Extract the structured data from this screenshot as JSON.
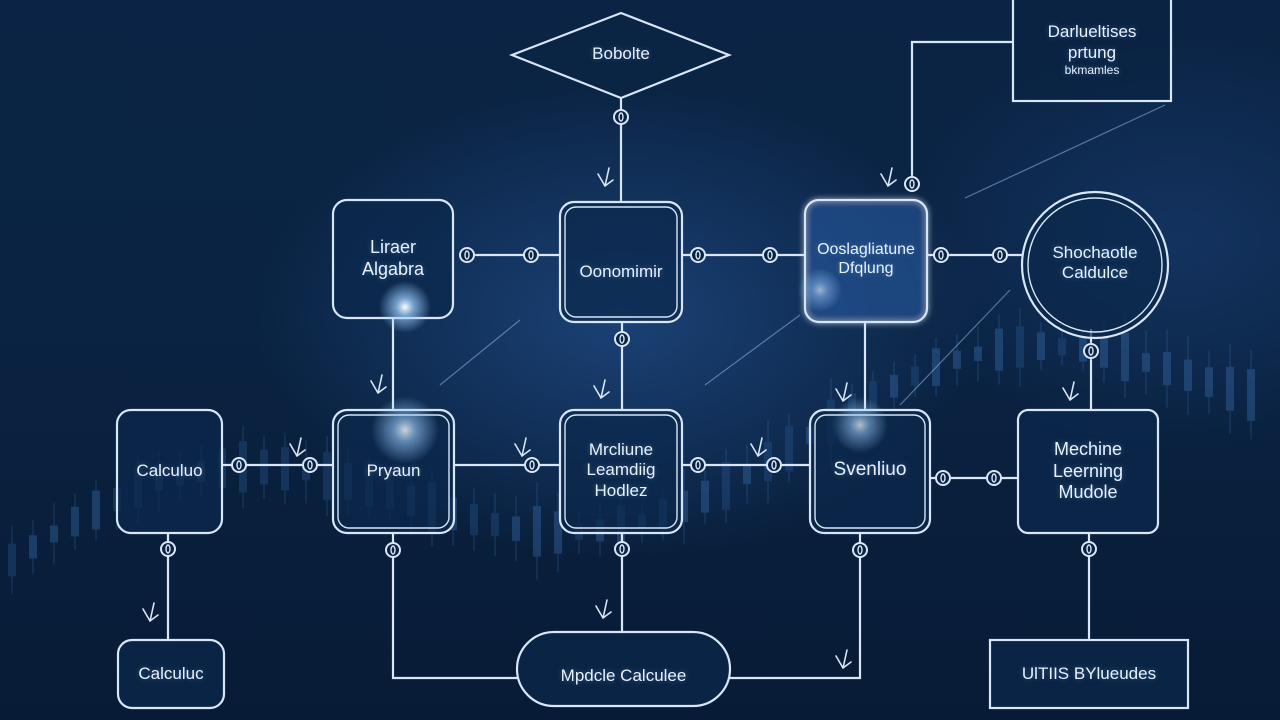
{
  "colors": {
    "background": "#0a2342",
    "line": "#d8e6f7",
    "glow": "#9fd0ff"
  },
  "nodes": {
    "top_diamond": {
      "shape": "diamond",
      "label": [
        "Bobolte"
      ]
    },
    "top_right_box": {
      "shape": "box",
      "label": [
        "Darlueltises",
        "prtung",
        "bkmamles"
      ]
    },
    "linear_algebra": {
      "shape": "rounded-box",
      "label": [
        "Liraer",
        "Algabra"
      ]
    },
    "center_top": {
      "shape": "rounded-box-double",
      "label": [
        "Oonomimir"
      ]
    },
    "optimization_pricing": {
      "shape": "rounded-box-glow",
      "label": [
        "Ooslagliatune",
        "Dfqlung"
      ]
    },
    "stochastic_calculus": {
      "shape": "circle",
      "label": [
        "Shochaotle",
        "Caldulce"
      ]
    },
    "calculus_left": {
      "shape": "rounded-box",
      "label": [
        "Calculuo"
      ]
    },
    "center_left": {
      "shape": "rounded-box-double",
      "label": [
        "Pryaun"
      ]
    },
    "ml_center": {
      "shape": "rounded-box-double",
      "label": [
        "Mrcliune",
        "Leamdiig",
        "Hodlez"
      ]
    },
    "svemliuo": {
      "shape": "rounded-box-double",
      "label": [
        "Svenliuo"
      ]
    },
    "ml_module": {
      "shape": "rounded-box",
      "label": [
        "Mechine",
        "Leerning",
        "Mudole"
      ]
    },
    "calculus_bottom": {
      "shape": "rounded-box",
      "label": [
        "Calculuc"
      ]
    },
    "module_calculus": {
      "shape": "pill",
      "label": [
        "Mpdcle Calculee"
      ]
    },
    "bottom_right_box": {
      "shape": "box",
      "label": [
        "UlTIIS BYlueudes"
      ]
    }
  }
}
